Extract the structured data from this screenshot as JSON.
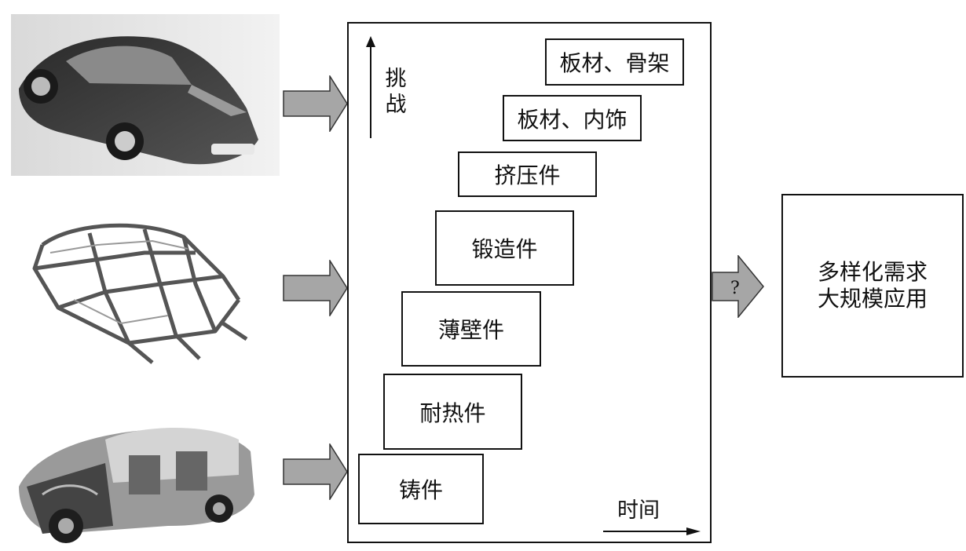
{
  "challenge_label": "挑战",
  "time_label": "时间",
  "steps": [
    "铸件",
    "耐热件",
    "薄壁件",
    "锻造件",
    "挤压件",
    "板材、内饰",
    "板材、骨架"
  ],
  "result": {
    "line1": "多样化需求",
    "line2": "大规模应用"
  },
  "question_mark": "?",
  "colors": {
    "arrow_fill": "#a6a6a6",
    "border": "#111111"
  }
}
